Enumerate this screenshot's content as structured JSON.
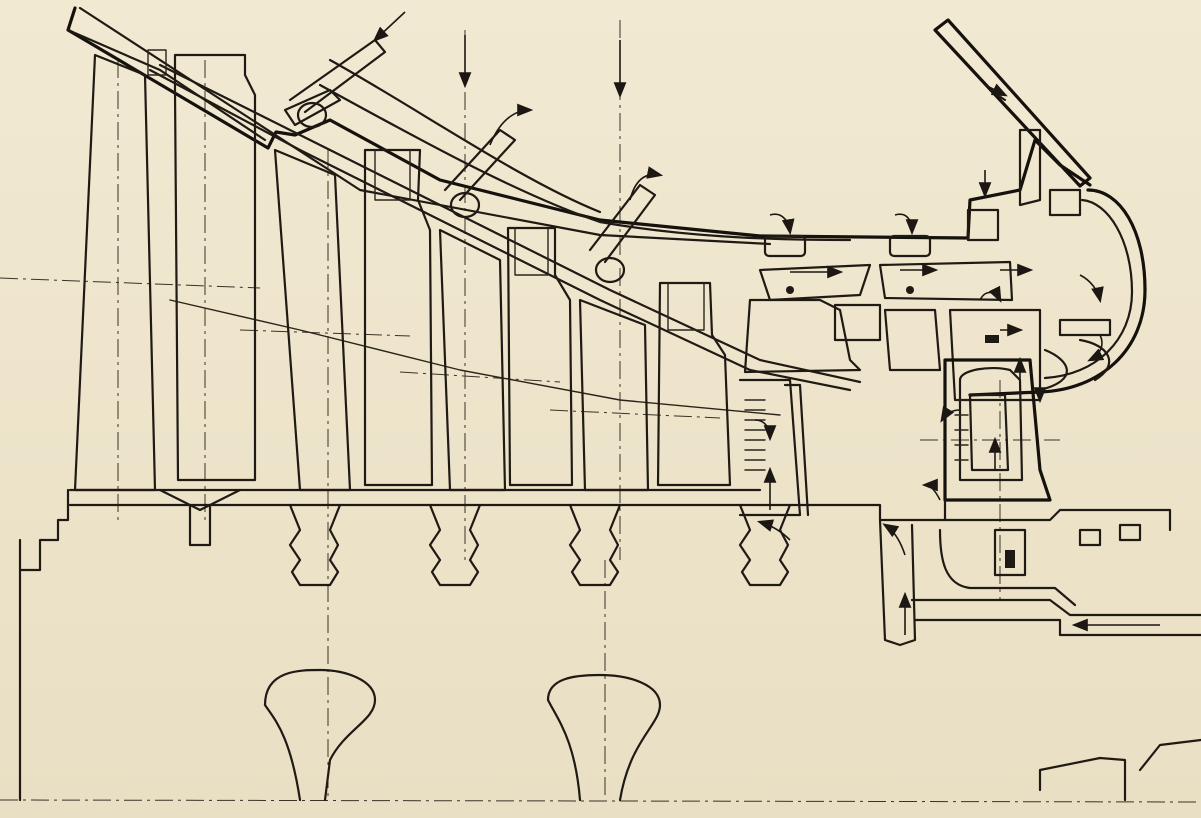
{
  "drawing": {
    "background": "#efe7cf",
    "ink": "#1f1a14",
    "labels": [],
    "components": [
      "outer-casing",
      "turbine-stages",
      "rotor-discs",
      "cooling-air-inlets",
      "flow-arrows",
      "bearing-housing",
      "shaft-line"
    ]
  }
}
